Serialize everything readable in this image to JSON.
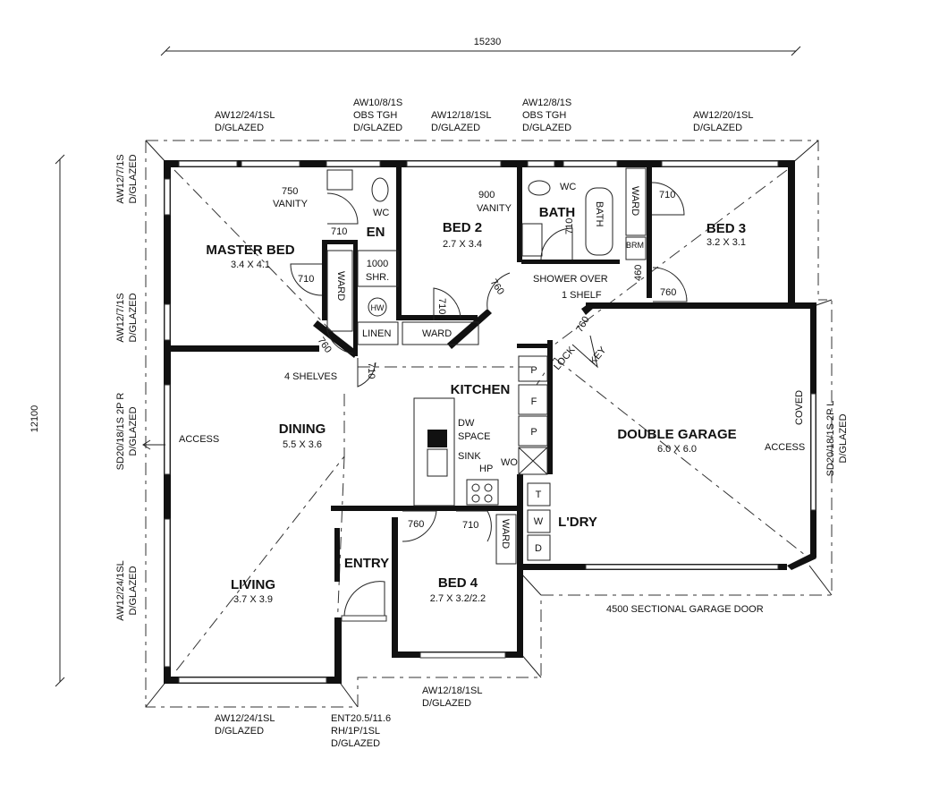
{
  "dimensions": {
    "width": "15230",
    "height": "12100"
  },
  "rooms": {
    "master_bed": {
      "name": "MASTER BED",
      "size": "3.4 X 4.1"
    },
    "ensuite": {
      "name": "EN"
    },
    "bed2": {
      "name": "BED 2",
      "size": "2.7 X 3.4"
    },
    "bath": {
      "name": "BATH"
    },
    "bed3": {
      "name": "BED 3",
      "size": "3.2 X 3.1"
    },
    "kitchen": {
      "name": "KITCHEN"
    },
    "dining": {
      "name": "DINING",
      "size": "5.5 X 3.6"
    },
    "garage": {
      "name": "DOUBLE GARAGE",
      "size": "6.0 X 6.0"
    },
    "laundry": {
      "name": "L'DRY"
    },
    "entry": {
      "name": "ENTRY"
    },
    "living": {
      "name": "LIVING",
      "size": "3.7 X 3.9"
    },
    "bed4": {
      "name": "BED 4",
      "size": "2.7 X 3.2/2.2"
    }
  },
  "fixtures": {
    "vanity750": [
      "750",
      "VANITY"
    ],
    "wc": "WC",
    "shower": [
      "1000",
      "SHR."
    ],
    "hw": "HW",
    "linen": "LINEN",
    "ward": "WARD",
    "shelves": "4 SHELVES",
    "vanity900": [
      "900",
      "VANITY"
    ],
    "bath_tub": "BATH",
    "brm": "BRM",
    "shower_over": "SHOWER OVER",
    "one_shelf": "1 SHELF",
    "lock": "LOCK",
    "key": "KEY",
    "pantry": "P",
    "fridge": "F",
    "dw_space": [
      "DW",
      "SPACE"
    ],
    "sink": "SINK",
    "hp": "HP",
    "wo": "WO",
    "access": "ACCESS",
    "coved": "COVED",
    "tub": "T",
    "washer": "W",
    "dryer": "D",
    "garage_door": "4500 SECTIONAL GARAGE DOOR"
  },
  "doors": {
    "d710": "710",
    "d760": "760",
    "d460": "460"
  },
  "windows": {
    "top": [
      [
        "AW12/24/1SL",
        "D/GLAZED"
      ],
      [
        "AW10/8/1S",
        "OBS TGH",
        "D/GLAZED"
      ],
      [
        "AW12/18/1SL",
        "D/GLAZED"
      ],
      [
        "AW12/8/1S",
        "OBS TGH",
        "D/GLAZED"
      ],
      [
        "AW12/20/1SL",
        "D/GLAZED"
      ]
    ],
    "left": [
      [
        "AW12/7/1S",
        "D/GLAZED"
      ],
      [
        "AW12/7/1S",
        "D/GLAZED"
      ],
      [
        "SD20/18/1S 2P R",
        "D/GLAZED"
      ],
      [
        "AW12/24/1SL",
        "D/GLAZED"
      ]
    ],
    "right": [
      "SD20/18/1S 2P L",
      "D/GLAZED"
    ],
    "bottom": [
      [
        "AW12/24/1SL",
        "D/GLAZED"
      ],
      [
        "ENT20.5/11.6",
        "RH/1P/1SL",
        "D/GLAZED"
      ],
      [
        "AW12/18/1SL",
        "D/GLAZED"
      ]
    ]
  }
}
